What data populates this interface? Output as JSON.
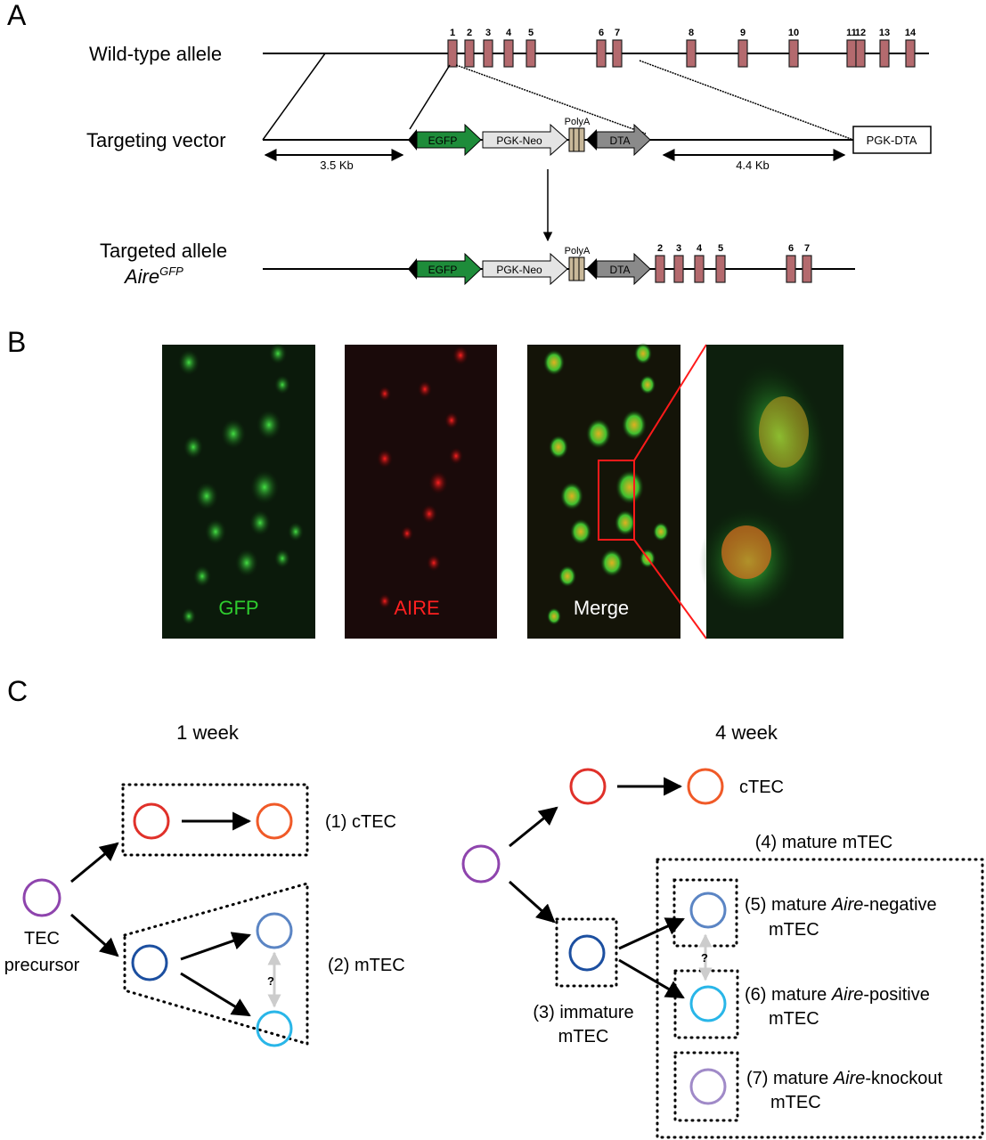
{
  "panels": {
    "a": "A",
    "b": "B",
    "c": "C"
  },
  "panel_a": {
    "wildtype_label": "Wild-type allele",
    "vector_label": "Targeting vector",
    "targeted_label": "Targeted allele",
    "targeted_allele_name": "Aire",
    "targeted_allele_sup": "GFP",
    "exons_wildtype": [
      "1",
      "2",
      "3",
      "4",
      "5",
      "6",
      "7",
      "8",
      "9",
      "10",
      "11",
      "12",
      "13",
      "14"
    ],
    "exons_targeted": [
      "2",
      "3",
      "4",
      "5",
      "6",
      "7"
    ],
    "egfp": "EGFP",
    "pgk_neo": "PGK-Neo",
    "polya": "PolyA",
    "dta": "DTA",
    "pgk_dta": "PGK-DTA",
    "left_arm": "3.5 Kb",
    "right_arm": "4.4 Kb"
  },
  "panel_b": {
    "gfp": "GFP",
    "aire": "AIRE",
    "merge": "Merge"
  },
  "panel_c": {
    "week1": "1 week",
    "week4": "4 week",
    "precursor_1": "TEC",
    "precursor_2": "precursor",
    "ctec_1": "(1) cTEC",
    "mtec_2": "(2) mTEC",
    "question": "?",
    "ctec_4wk": "cTEC",
    "immature_1": "(3) immature",
    "immature_2": "mTEC",
    "mature": "(4) mature mTEC",
    "neg_pre": "(5) mature ",
    "pos_pre": "(6) mature ",
    "ko_pre": "(7) mature ",
    "aire_italic": "Aire",
    "neg_suf": "-negative",
    "pos_suf": "-positive",
    "ko_suf": "-knockout",
    "mtec": "mTEC"
  },
  "colors": {
    "exon": "#b46a6e",
    "egfp": "#1e8c3a",
    "precursor": "#8e44ad",
    "ctec_early": "#e0312a",
    "ctec_late": "#f05a28",
    "immature": "#1c4fa0",
    "aire_neg": "#5b85c4",
    "aire_pos": "#29b6e8",
    "aire_ko": "#a08ac8"
  }
}
